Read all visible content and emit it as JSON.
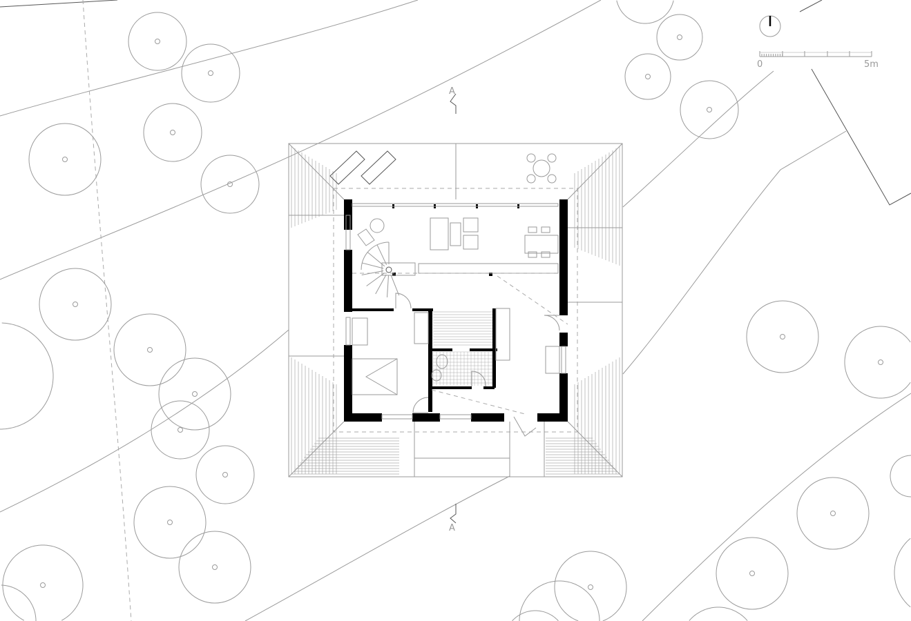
{
  "drawing": {
    "section_marker_top": "A",
    "section_marker_bottom": "A",
    "scale_bar": {
      "start_label": "0",
      "end_label": "5m"
    },
    "north_arrow": "north-arrow-icon",
    "colors": {
      "walls": "#000000",
      "lines": "#9a9a9a"
    }
  }
}
